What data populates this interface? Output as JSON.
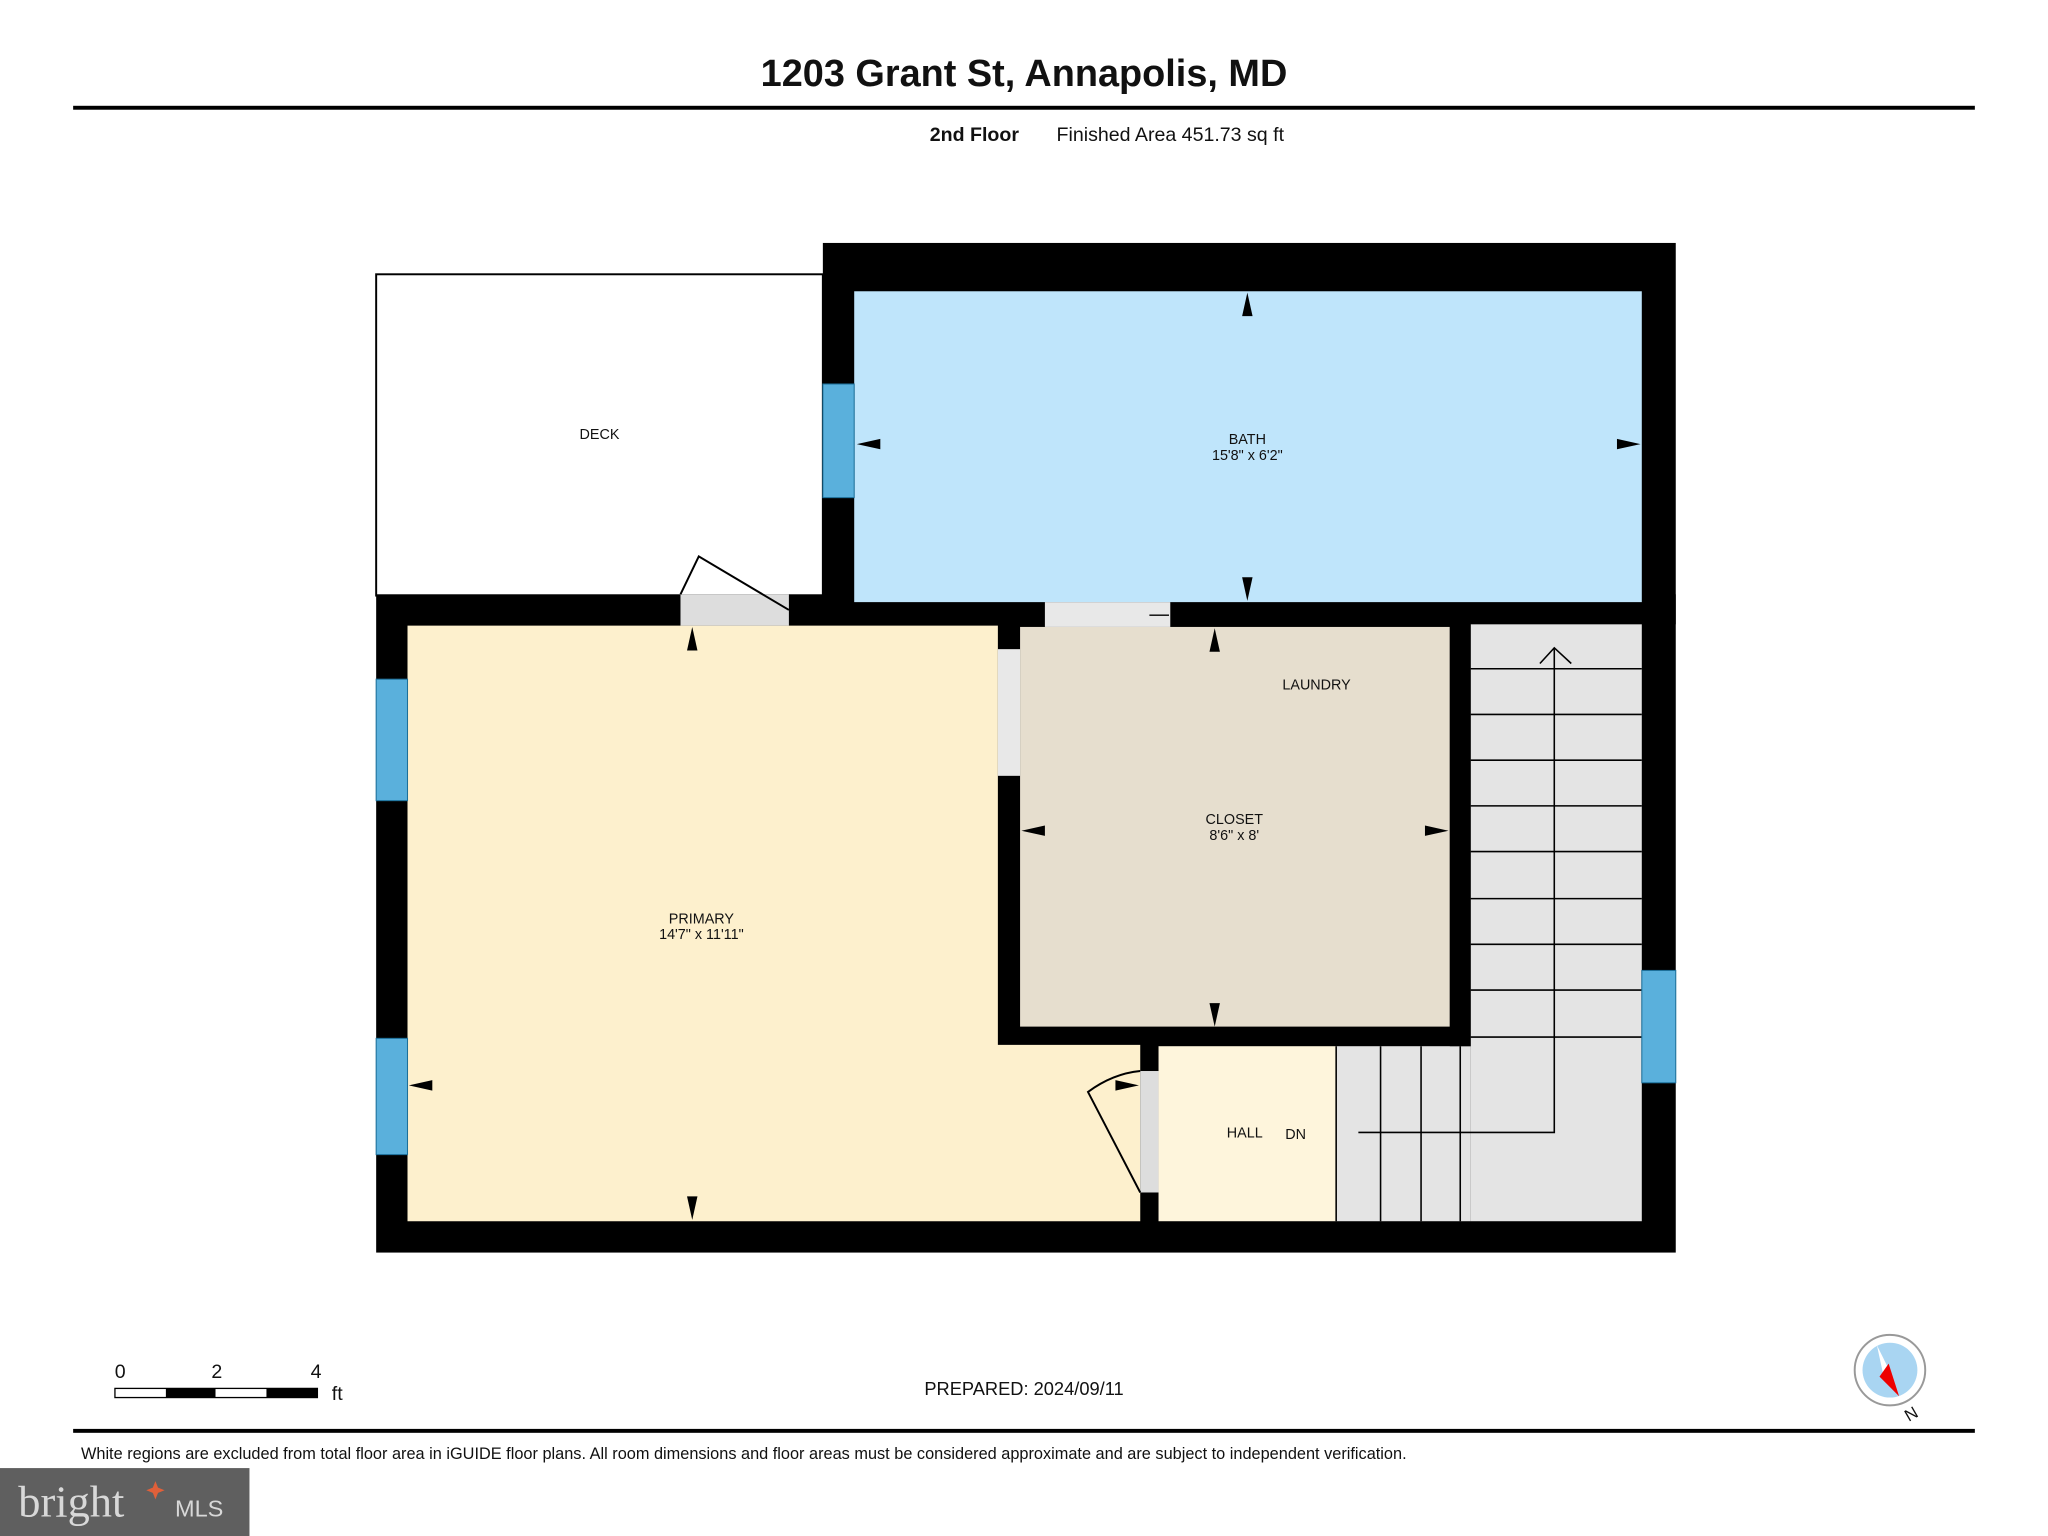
{
  "header": {
    "title": "1203 Grant St, Annapolis, MD",
    "floor": "2nd Floor",
    "finished_area": "Finished Area 451.73 sq ft"
  },
  "rooms": {
    "deck": {
      "name": "DECK"
    },
    "bath": {
      "name": "BATH",
      "dims": "15'8\" x 6'2\""
    },
    "laundry": {
      "name": "LAUNDRY"
    },
    "closet": {
      "name": "CLOSET",
      "dims": "8'6\" x 8'"
    },
    "primary": {
      "name": "PRIMARY",
      "dims": "14'7\" x 11'11\""
    },
    "hall": {
      "name": "HALL"
    },
    "stairs": {
      "label": "DN"
    }
  },
  "scale": {
    "ticks": [
      "0",
      "2",
      "4"
    ],
    "unit": "ft"
  },
  "prepared": "PREPARED: 2024/09/11",
  "compass": {
    "label": "N"
  },
  "disclaimer": "White regions are excluded from total floor area in iGUIDE floor plans. All room dimensions and floor areas must be considered approximate and are subject to independent verification.",
  "logo": {
    "text": "bright MLS"
  },
  "colors": {
    "bath": "#bfe5fb",
    "primary": "#fdf0cd",
    "closet": "#e6dece",
    "hall": "#fef5dc",
    "stairs": "#e4e4e4",
    "window": "#5ab0dc",
    "wall": "#000000"
  }
}
